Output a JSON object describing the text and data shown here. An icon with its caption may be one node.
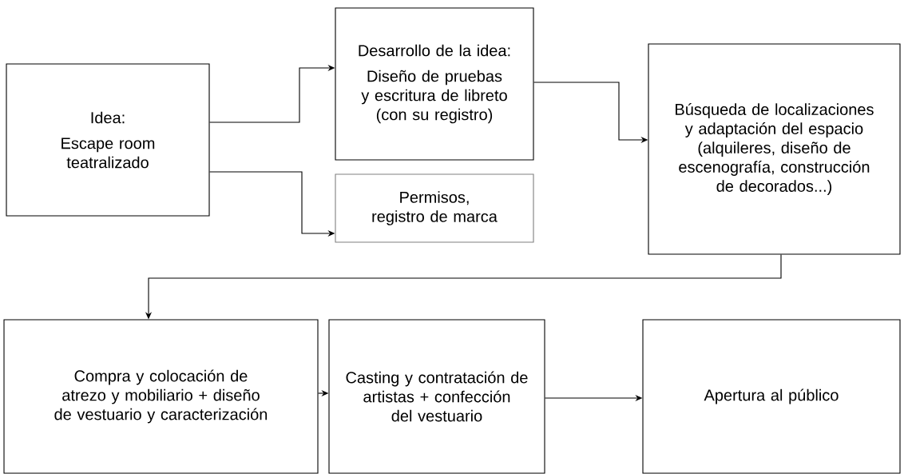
{
  "diagram": {
    "nodes": [
      {
        "text": [
          "Idea:",
          "Escape room teatralizado"
        ]
      },
      {
        "text": [
          "Desarrollo de la idea:",
          "Diseño de pruebas y escritura de libreto (con su registro)"
        ]
      },
      {
        "text": [
          "Permisos, registro de marca"
        ]
      },
      {
        "text": [
          "Búsqueda de localizaciones y adaptación del espacio (alquileres, diseño de escenografía, construcción de decorados...)"
        ]
      },
      {
        "text": [
          "Compra y colocación de atrezo y mobiliario + diseño de vestuario y caracterización"
        ]
      },
      {
        "text": [
          "Casting y contratación de artistas + confección del vestuario"
        ]
      },
      {
        "text": [
          "Apertura al público"
        ]
      }
    ],
    "edges": [
      {
        "from": 0,
        "to": 1,
        "arrow": "to"
      },
      {
        "from": 0,
        "to": 2,
        "arrow": "to"
      },
      {
        "from": 1,
        "to": 3,
        "arrow": "to"
      },
      {
        "from": 3,
        "to": 4,
        "arrow": "to"
      },
      {
        "from": 4,
        "to": 5,
        "arrow": "to"
      },
      {
        "from": 5,
        "to": 6,
        "arrow": "to"
      }
    ]
  }
}
